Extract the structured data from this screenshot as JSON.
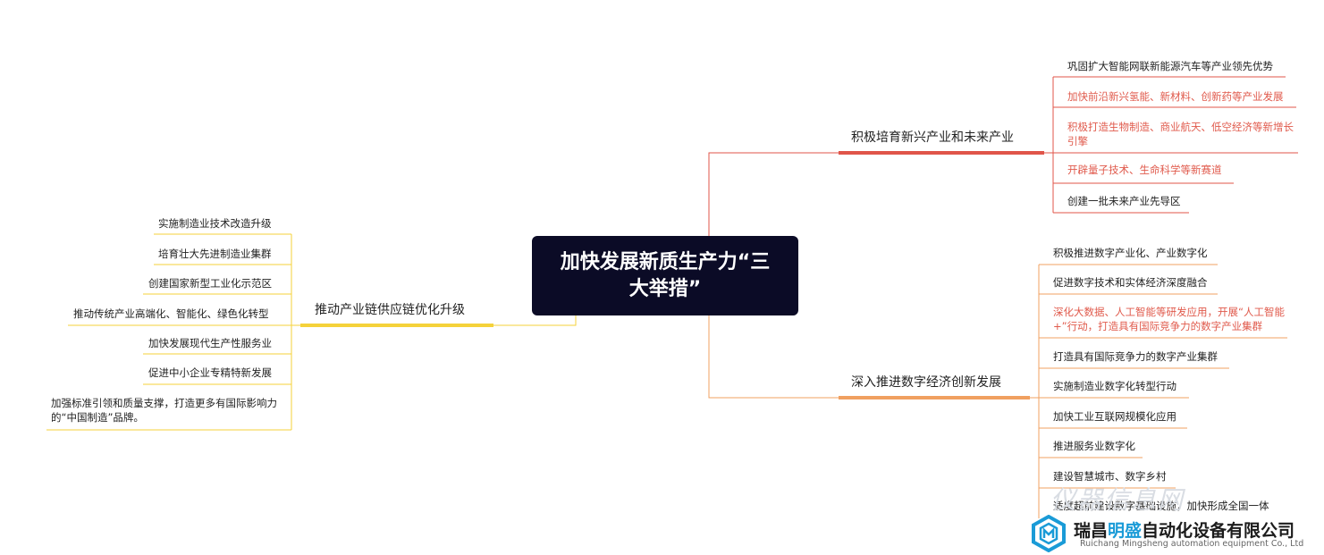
{
  "center": {
    "title": "加快发展新质生产力“三大举措”"
  },
  "branches": {
    "top_right": {
      "label": "积极培育新兴产业和未来产业",
      "items": [
        "巩固扩大智能网联新能源汽车等产业领先优势",
        "加快前沿新兴氢能、新材料、创新药等产业发展",
        "积极打造生物制造、商业航天、低空经济等新增长引擎",
        "开辟量子技术、生命科学等新赛道",
        "创建一批未来产业先导区"
      ]
    },
    "bottom_right": {
      "label": "深入推进数字经济创新发展",
      "items": [
        "积极推进数字产业化、产业数字化",
        "促进数字技术和实体经济深度融合",
        "深化大数据、人工智能等研发应用，开展“人工智能+”行动，打造具有国际竞争力的数字产业集群",
        "打造具有国际竞争力的数字产业集群",
        "实施制造业数字化转型行动",
        "加快工业互联网规模化应用",
        "推进服务业数字化",
        "建设智慧城市、数字乡村",
        "适度超前建设数字基础设施，加快形成全国一体"
      ]
    },
    "left": {
      "label": "推动产业链供应链优化升级",
      "items": [
        "实施制造业技术改造升级",
        "培育壮大先进制造业集群",
        "创建国家新型工业化示范区",
        "推动传统产业高端化、智能化、绿色化转型",
        "加快发展现代生产性服务业",
        "促进中小企业专精特新发展",
        "加强标准引领和质量支撑，打造更多有国际影响力的“中国制造”品牌。"
      ]
    }
  },
  "colors": {
    "top_right": "#e0554a",
    "bottom_right": "#f0a060",
    "left": "#f5d23a",
    "center_bg": "#0b0b26"
  },
  "watermark": "仪器信息网",
  "footer": {
    "brand_pre": "瑞昌",
    "brand_hl": "明盛",
    "brand_post": "自动化设备有限公司",
    "brand_en": "Ruichang Mingsheng automation equipment Co., Ltd"
  }
}
